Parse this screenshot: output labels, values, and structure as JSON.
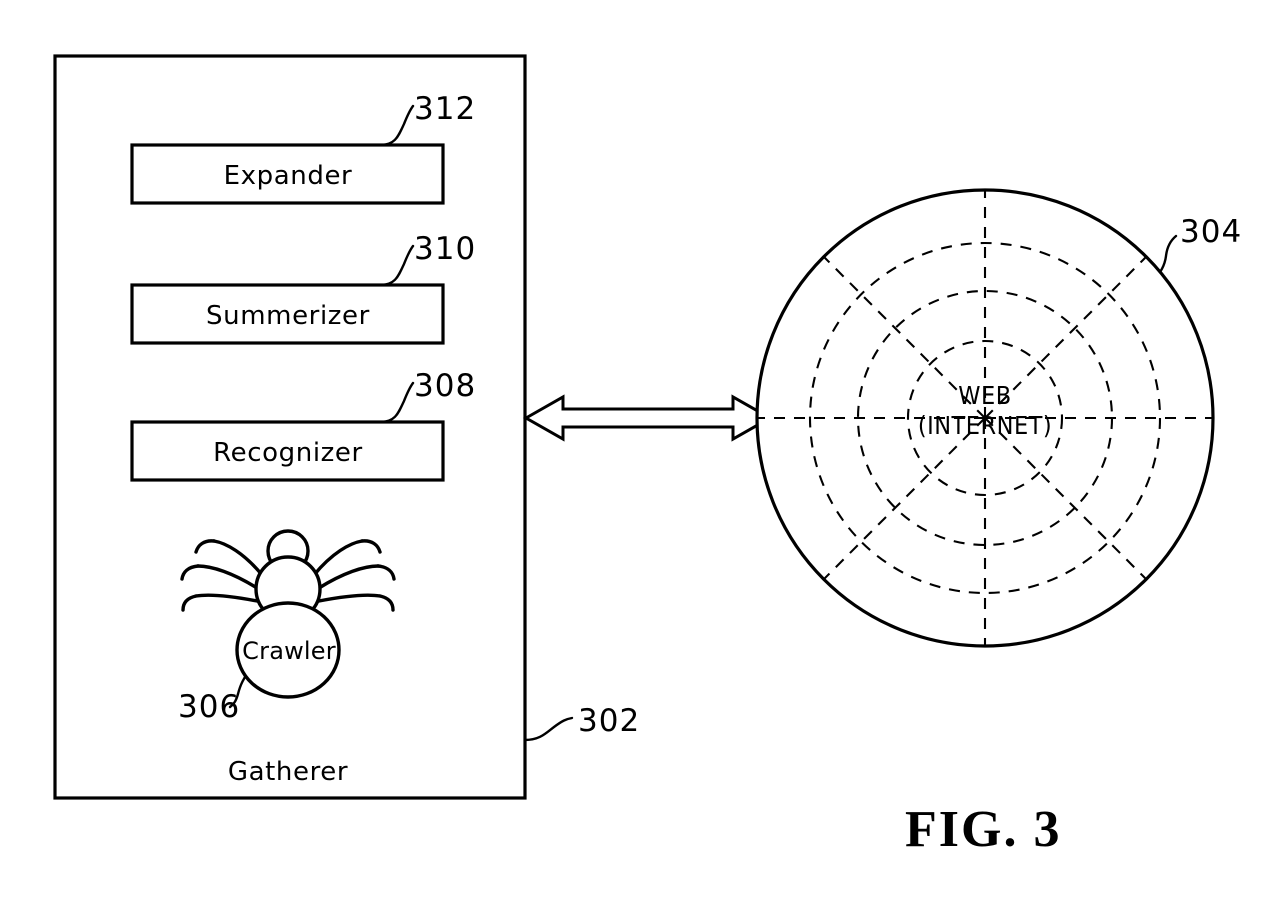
{
  "figure": {
    "caption": "FIG. 3",
    "domain_kind": "patent-block-diagram"
  },
  "gatherer_container": {
    "ref": "302",
    "label": "Gatherer"
  },
  "modules": [
    {
      "ref": "312",
      "label": "Expander"
    },
    {
      "ref": "310",
      "label": "Summerizer"
    },
    {
      "ref": "308",
      "label": "Recognizer"
    }
  ],
  "crawler": {
    "ref": "306",
    "label": "Crawler",
    "icon": "spider-icon"
  },
  "web": {
    "ref": "304",
    "label_line1": "WEB",
    "label_line2": "(INTERNET)",
    "icon": "spiderweb-icon"
  },
  "connector": {
    "name": "bidirectional-arrow",
    "direction": "both"
  },
  "colors": {
    "ink": "#000000",
    "paper": "#ffffff"
  }
}
